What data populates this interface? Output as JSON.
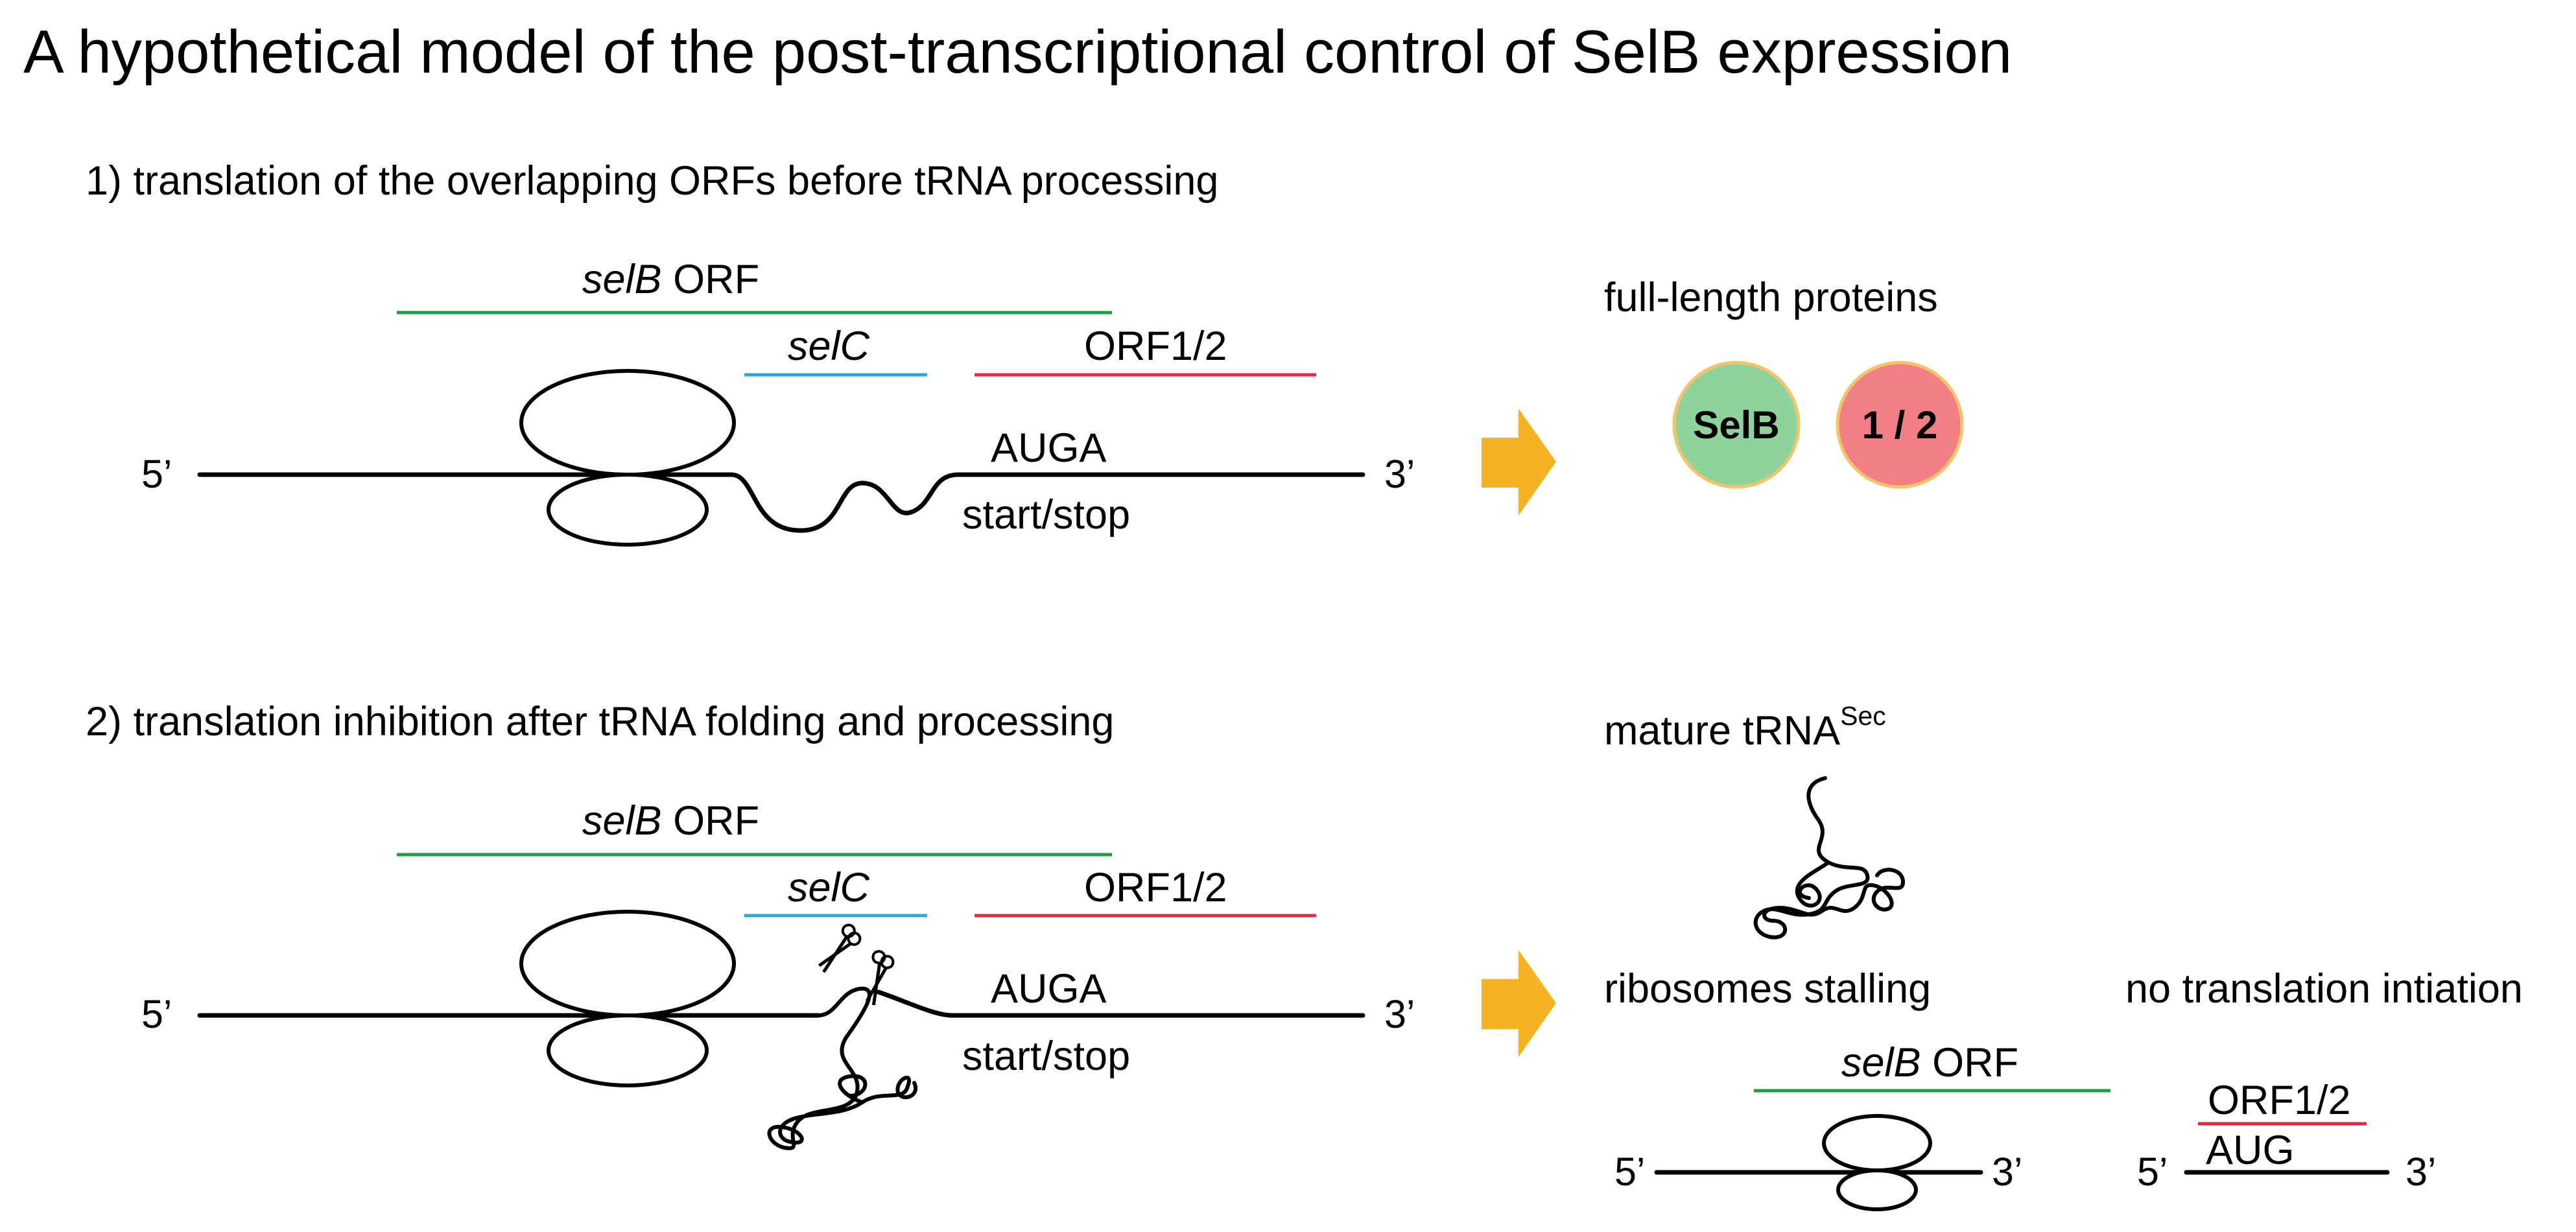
{
  "title": "A hypothetical model of the post-transcriptional control of SelB expression",
  "panel1": {
    "heading": "1) translation of the overlapping ORFs before tRNA processing",
    "selB_italic": "selB",
    "selB_suffix": " ORF",
    "selC": "selC",
    "orf12": "ORF1/2",
    "auga": "AUGA",
    "start_stop": "start/stop",
    "five_prime": "5’",
    "three_prime": "3’",
    "result_label": "full-length proteins",
    "protein_selb": "SelB",
    "protein_12": "1 / 2"
  },
  "panel2": {
    "heading": "2) translation inhibition after tRNA folding and processing",
    "selB_italic": "selB",
    "selB_suffix": " ORF",
    "selC": "selC",
    "orf12": "ORF1/2",
    "auga": "AUGA",
    "start_stop": "start/stop",
    "five_prime": "5’",
    "three_prime": "3’",
    "mature_trna": "mature tRNA",
    "mature_trna_sup": "Sec",
    "stalling_label": "ribosomes stalling",
    "stall_selB_italic": "selB",
    "stall_selB_suffix": " ORF",
    "stall_five": "5’",
    "stall_three": "3’",
    "noinit_label": "no translation intiation",
    "noinit_orf": "ORF1/2",
    "noinit_aug": "AUG",
    "noinit_five": "5’",
    "noinit_three": "3’"
  },
  "colors": {
    "selB_line": "#1f9a46",
    "selC_line": "#2aa8d8",
    "orf12_line": "#e8283c",
    "arrow": "#f5b324",
    "selb_protein_fill": "#8fd39c",
    "orf12_protein_fill": "#f27e86",
    "protein_outline": "#f3c46a"
  }
}
